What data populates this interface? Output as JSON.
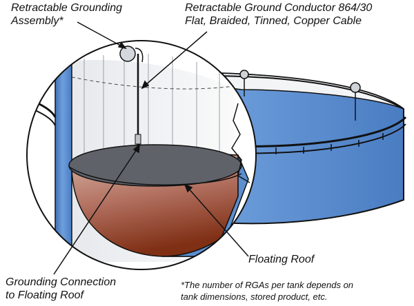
{
  "labels": {
    "assembly": {
      "line1": "Retractable Grounding",
      "line2": "Assembly*"
    },
    "conductor": {
      "line1": "Retractable Ground Conductor 864/30",
      "line2": "Flat, Braided, Tinned, Copper Cable"
    },
    "roof": {
      "line1": "Floating Roof"
    },
    "connection": {
      "line1": "Grounding Connection",
      "line2": "to Floating Roof"
    }
  },
  "footnote": {
    "line1": "*The number of RGAs per tank depends on",
    "line2": "tank dimensions, stored product, etc."
  },
  "colors": {
    "tank_blue": "#5b8fd0",
    "tank_blue_dark": "#3c6fb4",
    "tank_inner": "#f2f3f5",
    "roof_gray": "#5e6268",
    "liquid_top": "#c89a88",
    "liquid_bottom": "#8a3418",
    "outline": "#111111"
  },
  "icons": [
    "grounding-assembly-icon",
    "railing-icon",
    "floating-roof-icon"
  ]
}
